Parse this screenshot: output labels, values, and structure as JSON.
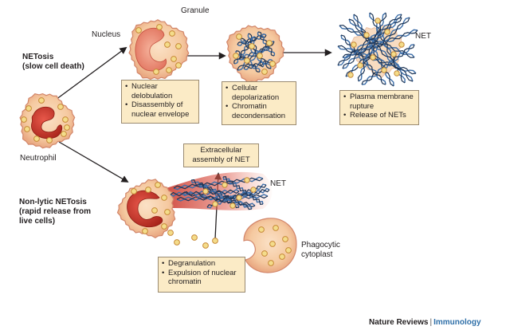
{
  "labels": {
    "granule": "Granule",
    "nucleus": "Nucleus",
    "net_top": "NET",
    "net_mid": "NET",
    "neutrophil": "Neutrophil",
    "phagocytic_cytoplast": [
      "Phagocytic",
      "cytoplast"
    ]
  },
  "pathways": {
    "netosis": [
      "NETosis",
      "(slow cell death)"
    ],
    "non_lytic": [
      "Non-lytic NETosis",
      "(rapid release from",
      "live cells)"
    ]
  },
  "boxes": {
    "box1": [
      "Nuclear delobulation",
      "Disassembly of nuclear envelope"
    ],
    "box2": [
      "Cellular depolarization",
      "Chromatin decondensation"
    ],
    "box3": [
      "Plasma membrane rupture",
      "Release of NETs"
    ],
    "box4": [
      "Extracellular",
      "assembly of NET"
    ],
    "box5": [
      "Degranulation",
      "Expulsion of nuclear chromatin"
    ]
  },
  "credit": {
    "journal": "Nature Reviews",
    "separator": "|",
    "subject": "Immunology"
  },
  "colors": {
    "cell_fill": "#f5c9a0",
    "cell_stroke": "#d2866a",
    "nucleus": "#c8362a",
    "granule_fill": "#f4dc8a",
    "granule_stroke": "#c78a38",
    "dna_blue": "#3d6ea8",
    "dna_dark": "#1d3556",
    "box_fill": "#fbebc6",
    "journal_accent": "#2e6fa8"
  }
}
